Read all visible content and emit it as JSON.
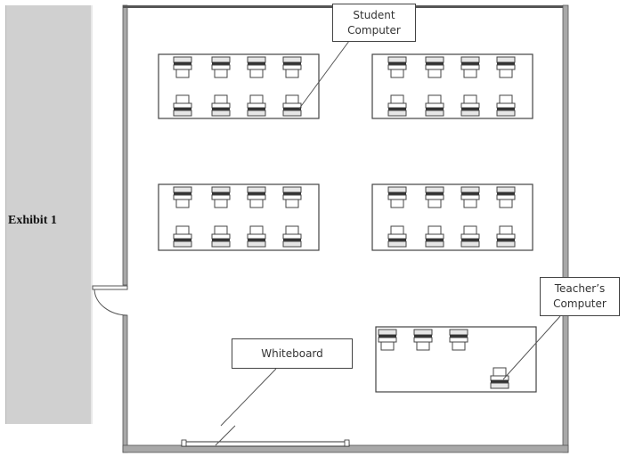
{
  "exhibit": {
    "label": "Exhibit 1"
  },
  "labels": {
    "student_computer": "Student\nComputer",
    "student_computer_line1": "Student",
    "student_computer_line2": "Computer",
    "teacher_computer_line1": "Teacher’s",
    "teacher_computer_line2": "Computer",
    "whiteboard": "Whiteboard"
  },
  "tables": [
    {
      "name": "table-top-left",
      "computers_per_row": 4,
      "rows": 2
    },
    {
      "name": "table-top-right",
      "computers_per_row": 4,
      "rows": 2
    },
    {
      "name": "table-middle-left",
      "computers_per_row": 4,
      "rows": 2
    },
    {
      "name": "table-middle-right",
      "computers_per_row": 4,
      "rows": 2
    },
    {
      "name": "teacher-table",
      "student_chairs": 3,
      "teacher_computers": 1
    }
  ],
  "colors": {
    "wall": "#a8a8a8",
    "sidebar": "#d0d0d0",
    "outline": "#444444"
  }
}
